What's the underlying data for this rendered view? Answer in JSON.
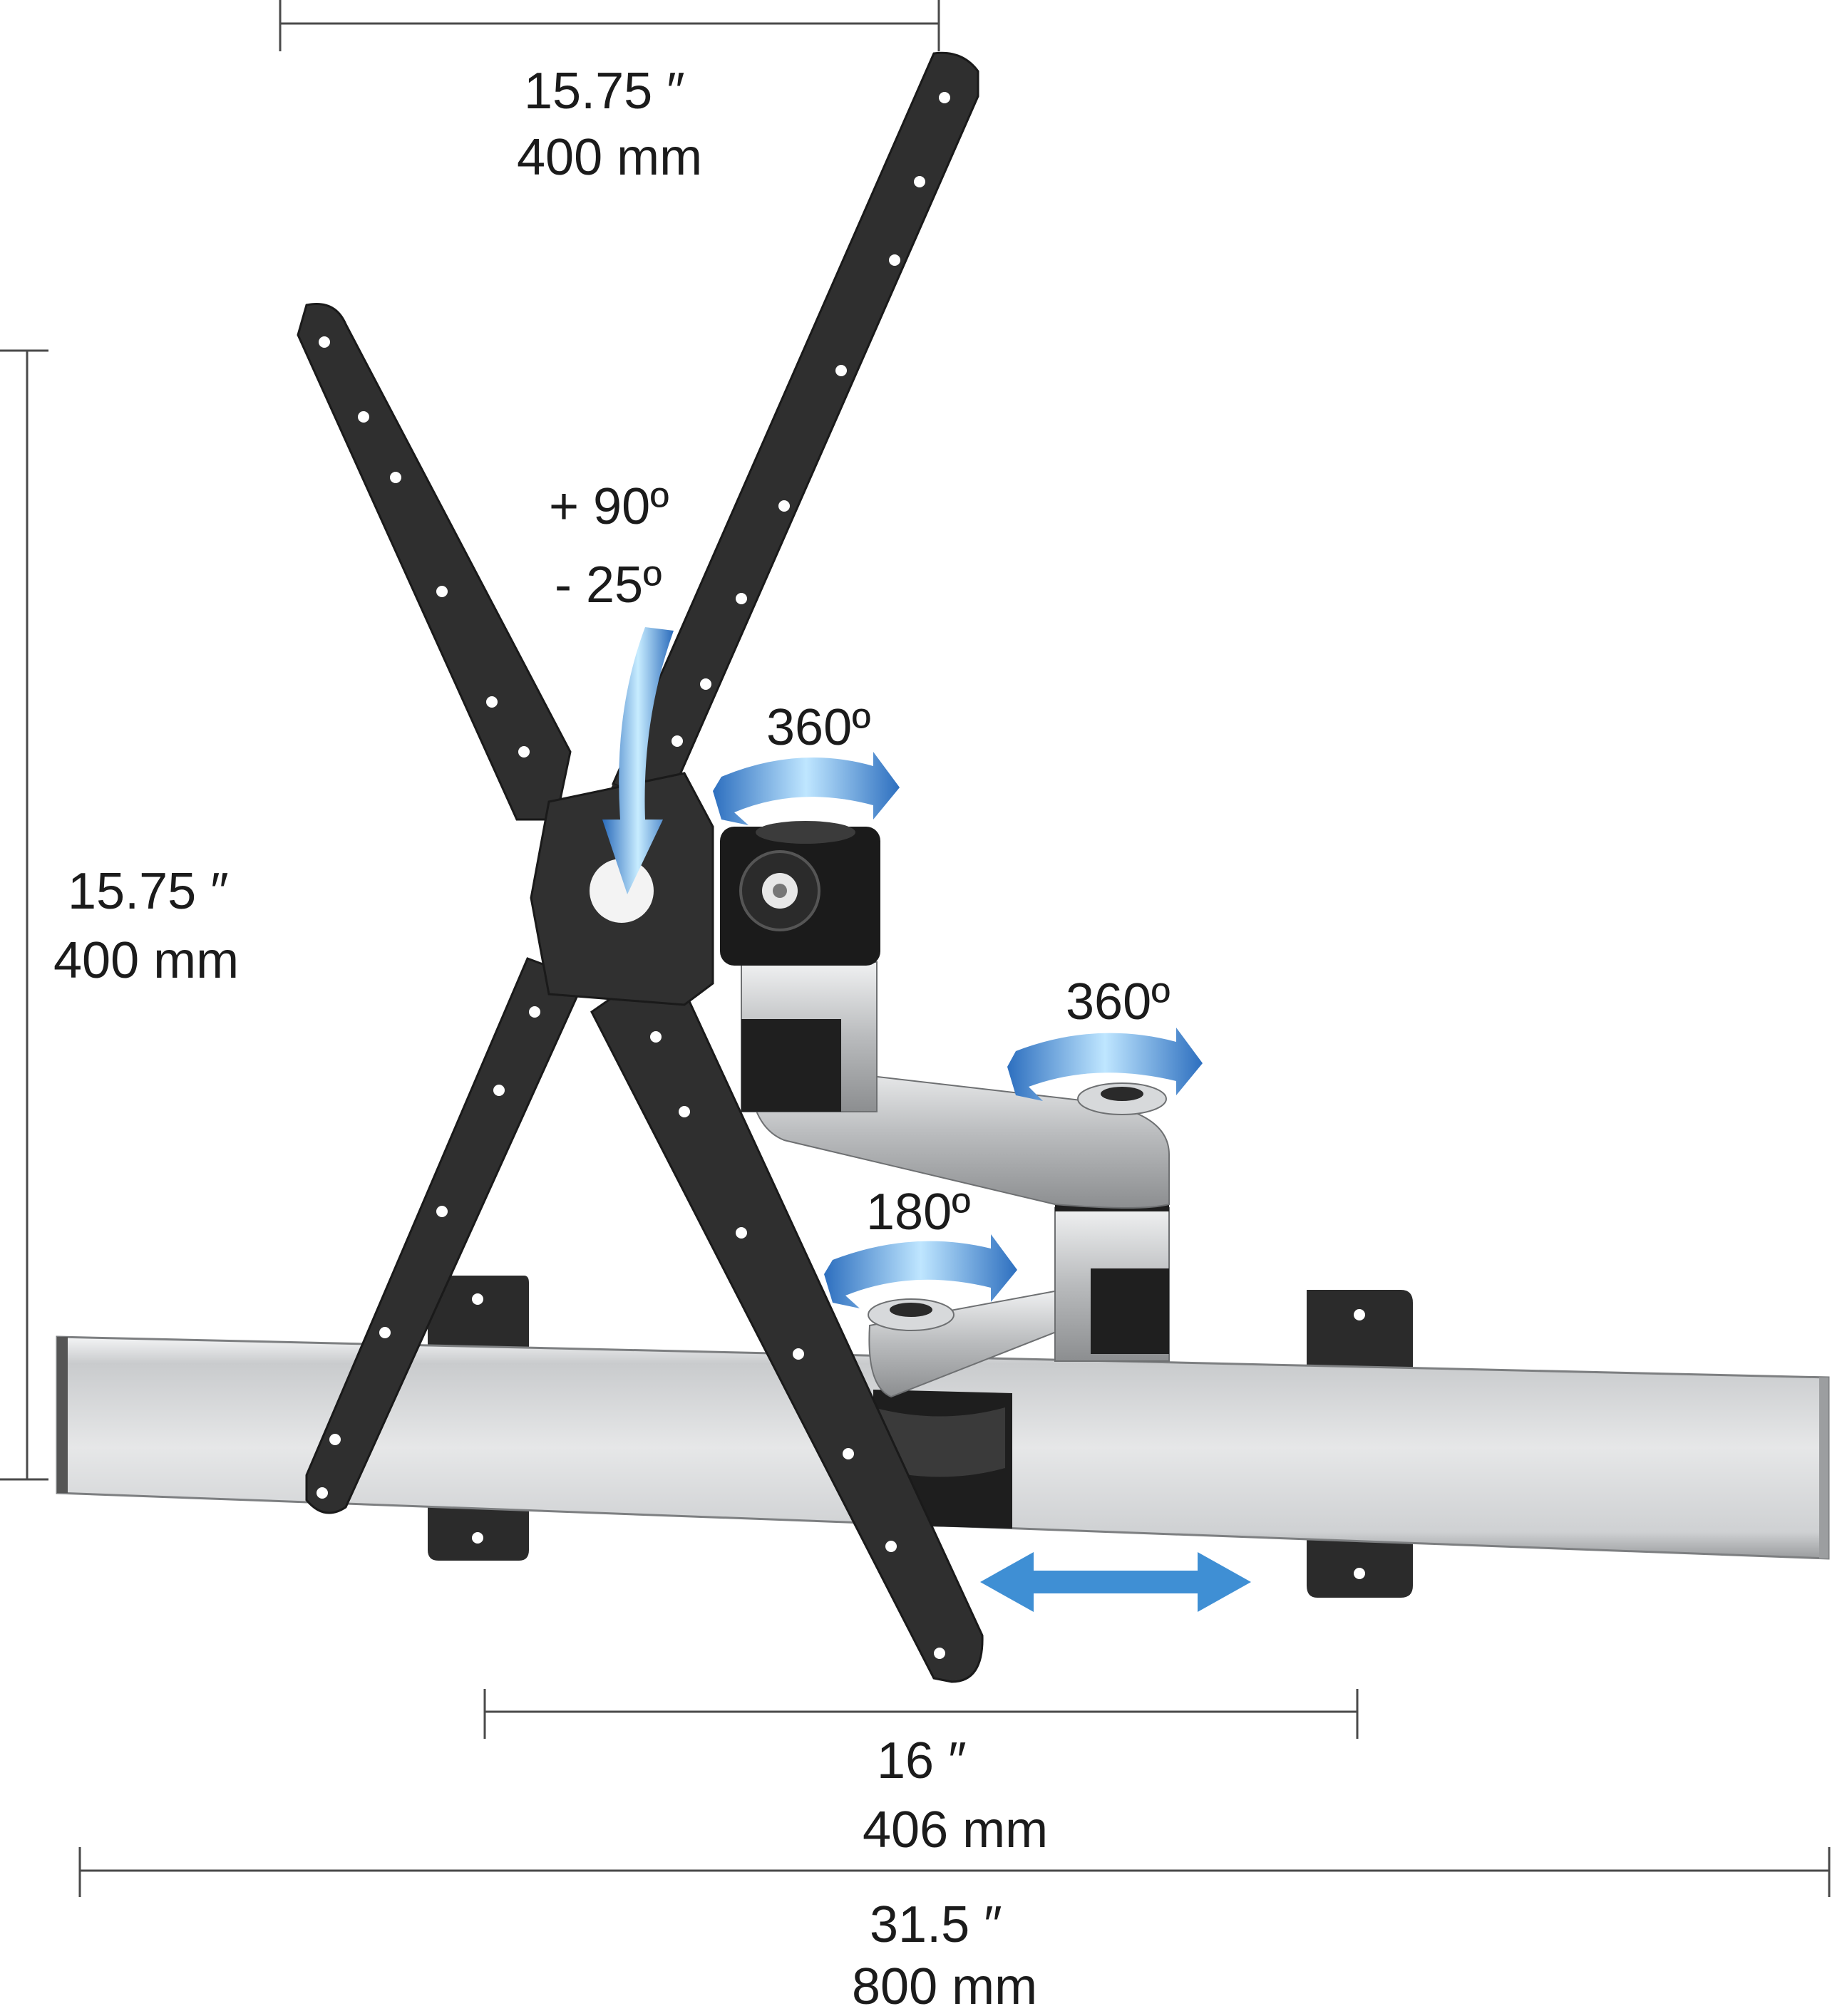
{
  "dimensions": {
    "top_width": {
      "inches": "15.75 ″",
      "mm": "400 mm"
    },
    "left_height": {
      "inches": "15.75 ″",
      "mm": "400 mm"
    },
    "rail_travel": {
      "inches": "16 ″",
      "mm": "406 mm"
    },
    "rail_length": {
      "inches": "31.5 ″",
      "mm": "800 mm"
    }
  },
  "rotations": {
    "tilt_up": "+ 90º",
    "tilt_down": "- 25º",
    "swivel_head": "360º",
    "swivel_middle": "360º",
    "swivel_base": "180º"
  },
  "colors": {
    "dim_line": "#4a4a4a",
    "text": "#1b1b1b",
    "bracket": "#2e2e2e",
    "rail_silver": "#d4d6d8",
    "arrow_blue": "#3f8fd4"
  },
  "icons": [
    "tilt-arrow-icon",
    "swivel-arrow-icon",
    "slide-arrow-icon"
  ]
}
